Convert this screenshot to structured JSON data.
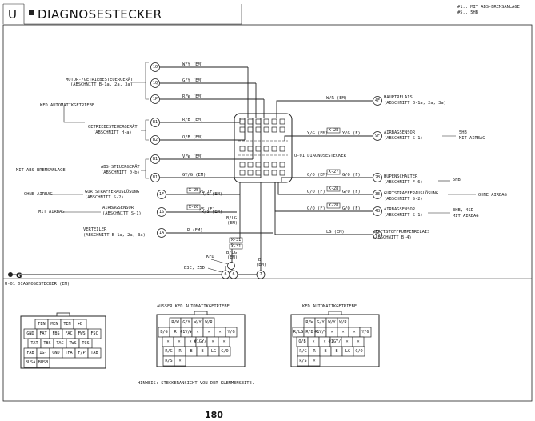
{
  "header": {
    "letter": "U",
    "title": "DIAGNOSESTECKER",
    "notes": [
      "#1...MIT ABS-BREMSANLAGE",
      "#5...5HB"
    ]
  },
  "connector_title": "U-01 DIAGNOSESTECKER",
  "left_groups": {
    "motor": [
      "MOTOR-/GETRIEBESTEUERGERÄT",
      "(ABSCHNITT B-1a, 2a, 3a)"
    ],
    "kfd": "KFD AUTOMATIKGETRIEBE",
    "getriebe": [
      "GETRIEBESTEUERGERÄT",
      "(ABSCHNITT H-a)"
    ],
    "abs_mit": "MIT ABS-BREMSANLAGE",
    "abs": [
      "ABS-STEUERGERÄT",
      "(ABSCHNITT 0-b)"
    ],
    "ohne_airbag": "OHNE AIRBAG",
    "gurt": [
      "GURTSTRAFFERAUSLÖSUNG",
      "(ABSCHNITT S-2)"
    ],
    "mit_airbag": "MIT AIRBAG",
    "airbag": [
      "AIRBAGSENSOR",
      "(ABSCHNITT S-1)"
    ],
    "verteiler": [
      "VERTEILER",
      "(ABSCHNITT B-1a, 2a, 3a)"
    ]
  },
  "left_circles": [
    "1O",
    "1Q",
    "1P",
    "B1",
    "B2",
    "B1",
    "B1",
    "1F",
    "1S",
    "1A"
  ],
  "left_wires": [
    "W/Y (EM)",
    "G/Y (EM)",
    "R/W (EM)",
    "R/B (EM)",
    "O/B (EM)",
    "V/W (EM)",
    "GY/G (EM)",
    "R/G (F)",
    "R/S (F)",
    "R (EM)"
  ],
  "boxes": [
    "X-25",
    "X-26",
    "X-28",
    "X-27",
    "X-28",
    "X-28",
    "X-25",
    "X-31",
    "X-31"
  ],
  "small_wires": [
    "R/G (EM)",
    "R/S (EM)",
    "Y/G (EM)",
    "Y/G (F)",
    "G/O (EM)",
    "G/O (F)",
    "G/O (F)",
    "G/O (F)"
  ],
  "right_wires": [
    "W/R (EM)",
    "LG (EM)"
  ],
  "right_circles": [
    "4F",
    "9F",
    "2B",
    "3E",
    "4B",
    "4S"
  ],
  "right_labels": {
    "hauptrelais": [
      "HAUPTRELAIS",
      "(ABSCHNITT B-1a, 2a, 3a)"
    ],
    "airbagsensor": [
      "AIRBAGSENSOR",
      "(ABSCHNITT S-1)"
    ],
    "airbag_note": [
      "5HB",
      "MIT AIRBAG"
    ],
    "hupe": [
      "HUPENSCHALTER",
      "(ABSCHNITT F-6)"
    ],
    "hupe_note": "5HB",
    "gurt": [
      "GURTSTRAFFERAUSLÖSUNG",
      "(ABSCHNITT S-2)"
    ],
    "gurt_note": "OHNE AIRBAG",
    "airbag2": [
      "AIRBAGSENSOR",
      "(ABSCHNITT S-1)"
    ],
    "airbag2_note": [
      "3HB, 4SD",
      "MIT AIRBAG"
    ],
    "kraft": [
      "KRAFTSTOFFPUMPENRELAIS",
      "(ABSCHNITT B-4)"
    ]
  },
  "bottom_wiring": {
    "bg": [
      "B/LG",
      "(EM)"
    ],
    "bgem": [
      "B/LG",
      "(EM)"
    ],
    "kfd": "KFD",
    "b3e": "B3E, Z5D",
    "b_em": [
      "B",
      "(EM)"
    ],
    "circles": [
      "6",
      "6",
      "7"
    ]
  },
  "ground_label": "G",
  "views_title": "U-01 DIAGNOSESTECKER (EM)",
  "connector1": {
    "row1": [
      "FEN",
      "MEN",
      "TEN",
      "+B"
    ],
    "row2": [
      "GND",
      "FAT",
      "FBS",
      "FAC",
      "FWS",
      "FSC"
    ],
    "row3": [
      "TAT",
      "TBS",
      "TAC",
      "TWS",
      "TCS"
    ],
    "row4": [
      "FAB",
      "IG-",
      "GND",
      "TFA",
      "F/P",
      "TAB"
    ],
    "row5": [
      "BUSA",
      "BUSB"
    ]
  },
  "connector2": {
    "title": "AUSSER KFD AUTOMATIKGETRIEBE",
    "row1": [
      "R/W",
      "G/Y",
      "W/Y",
      "W/R"
    ],
    "row2": [
      "B/G",
      "R",
      "#1V/W",
      "×",
      "×",
      "×",
      "Y/G"
    ],
    "row3": [
      "×",
      "×",
      "×",
      "#1GY/G",
      "×",
      "×"
    ],
    "row4": [
      "R/G",
      "R",
      "B",
      "B",
      "LG",
      "G/O"
    ],
    "row5": [
      "R/S",
      "×"
    ]
  },
  "connector3": {
    "title": "KFD AUTOMATIKGETRIEBE",
    "row1": [
      "R/W",
      "G/Y",
      "W/Y",
      "W/R"
    ],
    "row2": [
      "R/LG",
      "R/B",
      "#1V/W",
      "×",
      "×",
      "×",
      "Y/G"
    ],
    "row3": [
      "O/B",
      "×",
      "×",
      "#1GY/G",
      "×",
      "×"
    ],
    "row4": [
      "R/G",
      "R",
      "B",
      "B",
      "LG",
      "G/O"
    ],
    "row5": [
      "R/S",
      "×"
    ]
  },
  "hint": "HINWEIS: STECKERANSICHT VON DER KLEMMENSEITE.",
  "page_number": "180"
}
